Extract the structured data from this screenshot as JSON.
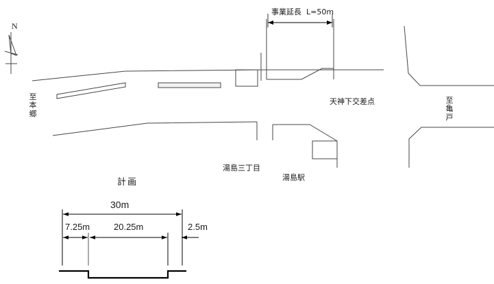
{
  "figure": {
    "kind": "road-improvement-plan-drawing",
    "language": "ja",
    "line_color": "#444444",
    "heavy_line_color": "#000000",
    "text_color": "#1a1a1a",
    "background": "#ffffff"
  },
  "compass": {
    "label": "N",
    "icon": "north-arrow-icon"
  },
  "map": {
    "dimension": {
      "label": "事業延長  L=50m",
      "project_name": "事業延長",
      "length_text": "L=50m",
      "length_value": 50,
      "unit": "m"
    },
    "place_labels": [
      {
        "key": "to-hongo",
        "text": "至\n本\n郷",
        "orientation": "vertical"
      },
      {
        "key": "tenjinshita",
        "text": "天神下交差点",
        "orientation": "horizontal"
      },
      {
        "key": "to-kameido",
        "text": "至\n亀\n戸",
        "orientation": "vertical"
      },
      {
        "key": "yushima-3chome",
        "text": "湯島三丁目",
        "orientation": "horizontal"
      },
      {
        "key": "yushima-station",
        "text": "湯島駅",
        "orientation": "horizontal"
      }
    ]
  },
  "cross_section": {
    "title": "計画",
    "total": {
      "label": "30m",
      "value": 30,
      "unit": "m"
    },
    "segments": [
      {
        "label": "7.25m",
        "value": 7.25,
        "unit": "m"
      },
      {
        "label": "20.25m",
        "value": 20.25,
        "unit": "m"
      },
      {
        "label": "2.5m",
        "value": 2.5,
        "unit": "m"
      }
    ]
  }
}
